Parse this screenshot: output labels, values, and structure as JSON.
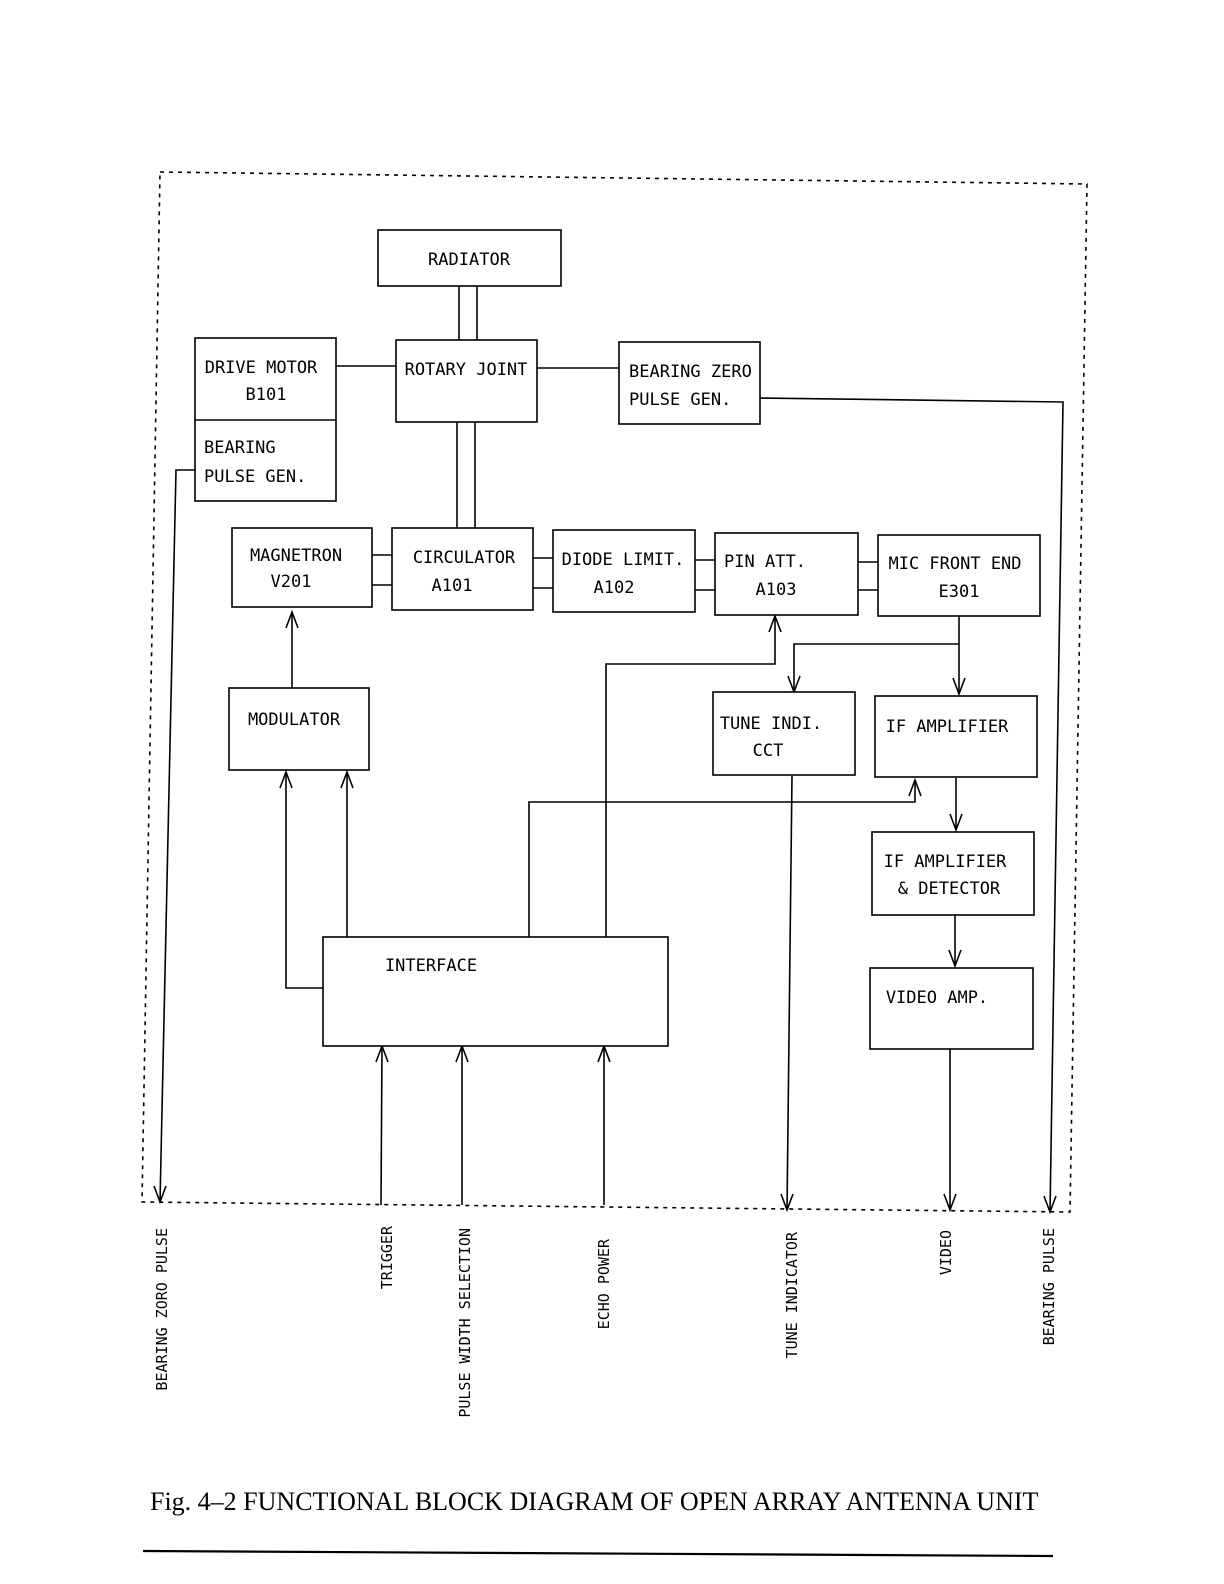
{
  "blocks": {
    "radiator": [
      "RADIATOR"
    ],
    "rotary_joint": [
      "ROTARY JOINT"
    ],
    "drive_motor": [
      "DRIVE MOTOR",
      "B101"
    ],
    "bearing_pulse_gen": [
      "BEARING",
      "PULSE GEN."
    ],
    "bearing_zero_pulse_gen": [
      "BEARING ZERO",
      "PULSE GEN."
    ],
    "magnetron": [
      "MAGNETRON",
      "V201"
    ],
    "circulator": [
      "CIRCULATOR",
      "A101"
    ],
    "diode_limit": [
      "DIODE LIMIT.",
      "A102"
    ],
    "pin_att": [
      "PIN ATT.",
      "A103"
    ],
    "mic_front_end": [
      "MIC FRONT END",
      "E301"
    ],
    "modulator": [
      "MODULATOR"
    ],
    "tune_indi": [
      "TUNE INDI.",
      "CCT"
    ],
    "if_amplifier": [
      "IF AMPLIFIER"
    ],
    "if_amplifier_detector": [
      "IF AMPLIFIER",
      "&  DETECTOR"
    ],
    "video_amp": [
      "VIDEO AMP."
    ],
    "interface": [
      "INTERFACE"
    ]
  },
  "signals": {
    "bearing_zero_pulse": "BEARING ZORO PULSE",
    "trigger": "TRIGGER",
    "pulse_width_selection": "PULSE WIDTH SELECTION",
    "echo_power": "ECHO POWER",
    "tune_indicator": "TUNE INDICATOR",
    "video": "VIDEO",
    "bearing_pulse": "BEARING PULSE"
  },
  "caption": "Fig. 4–2 FUNCTIONAL BLOCK DIAGRAM OF OPEN ARRAY ANTENNA UNIT"
}
